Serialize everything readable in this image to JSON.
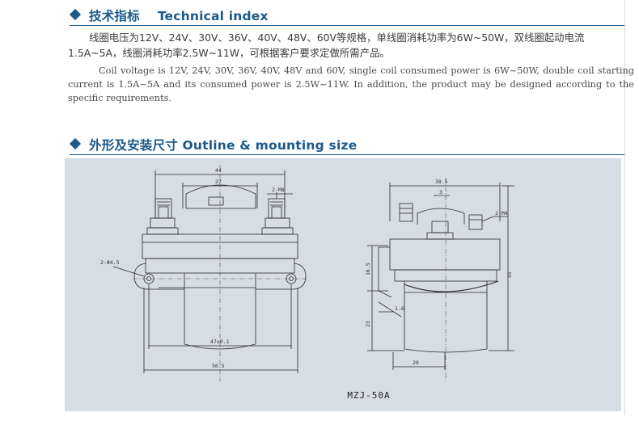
{
  "technical_index": {
    "title_zh": "技术指标",
    "title_en": "Technical index",
    "para_zh": "线圈电压为12V、24V、30V、36V、40V、48V、60V等规格，单线圈消耗功率为6W~50W，双线圈起动电流1.5A~5A，线圈消耗功率2.5W~11W，可根据客户要求定做所需产品。",
    "para_en": "Coil voltage is 12V, 24V, 30V, 36V, 40V, 48V and 60V, single coil consumed power is 6W~50W, double coil starting current is 1.5A~5A and its consumed power is 2.5W~11W. In addition, the product may be designed according to the specific requirements."
  },
  "outline": {
    "title_zh": "外形及安装尺寸",
    "title_en": "Outline & mounting size",
    "model": "MZJ-50A",
    "front_view": {
      "dim_top": "44",
      "dim_inner": "27",
      "dim_thread": "2-M8",
      "dim_holes": "2-Φ4.5",
      "dim_hole_pitch": "47±0.1",
      "dim_width": "56.5"
    },
    "side_view": {
      "dim_top": "38.5",
      "dim_small": "3",
      "dim_thread": "2-M4",
      "dim_height": "55",
      "dim_upper": "16.5",
      "dim_lower": "23",
      "dim_flange": "1.6",
      "dim_base": "20"
    }
  },
  "colors": {
    "heading": "#1a5a8c",
    "panel": "#d5dde7"
  }
}
